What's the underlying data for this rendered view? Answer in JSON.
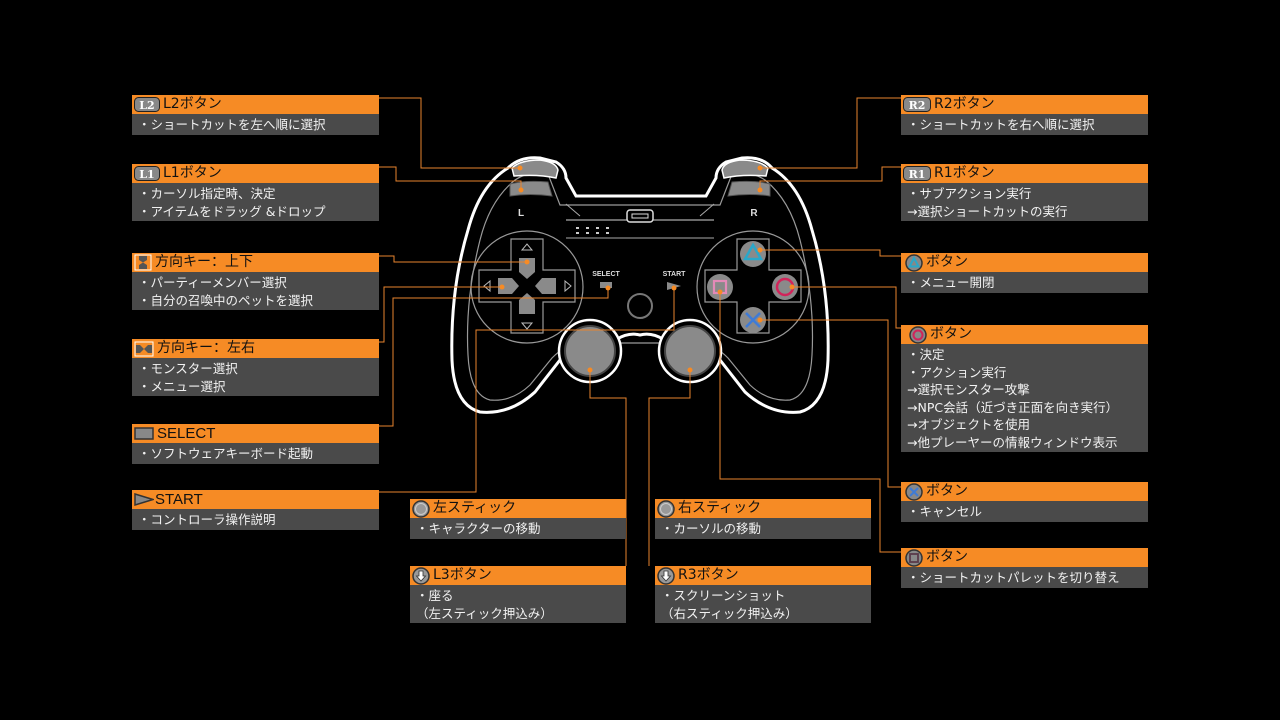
{
  "colors": {
    "background": "#000000",
    "header_orange": "#f68b25",
    "body_gray": "#4a4a4a",
    "connector": "#e8842e",
    "triangle": "#2aa7c9",
    "circle": "#d2245a",
    "cross": "#3f7bd6",
    "square": "#e48ab8"
  },
  "controller": {
    "left_label": "L",
    "right_label": "R",
    "select_label": "SELECT",
    "start_label": "START"
  },
  "panels": {
    "l2": {
      "icon": "l2-icon",
      "title": "L2ボタン",
      "lines": [
        "・ショートカットを左へ順に選択"
      ]
    },
    "l1": {
      "icon": "l1-icon",
      "title": "L1ボタン",
      "lines": [
        "・カーソル指定時、決定",
        "・アイテムをドラッグ &ドロップ"
      ]
    },
    "dpad_ud": {
      "icon": "dpad-up-down-icon",
      "title": "方向キー：上下",
      "lines": [
        "・パーティーメンバー選択",
        "・自分の召喚中のペットを選択"
      ]
    },
    "dpad_lr": {
      "icon": "dpad-left-right-icon",
      "title": "方向キー：左右",
      "lines": [
        "・モンスター選択",
        "・メニュー選択"
      ]
    },
    "select": {
      "icon": "select-icon",
      "title": "SELECT",
      "lines": [
        "・ソフトウェアキーボード起動"
      ]
    },
    "start": {
      "icon": "start-icon",
      "title": "START",
      "lines": [
        "・コントローラ操作説明"
      ]
    },
    "r2": {
      "icon": "r2-icon",
      "title": "R2ボタン",
      "lines": [
        "・ショートカットを右へ順に選択"
      ]
    },
    "r1": {
      "icon": "r1-icon",
      "title": "R1ボタン",
      "lines": [
        "・サブアクション実行",
        "→選択ショートカットの実行"
      ]
    },
    "triangle": {
      "icon": "triangle-button-icon",
      "title": "ボタン",
      "lines": [
        "・メニュー開閉"
      ]
    },
    "circle": {
      "icon": "circle-button-icon",
      "title": "ボタン",
      "lines": [
        "・決定",
        "・アクション実行",
        "→選択モンスター攻撃",
        "→NPC会話（近づき正面を向き実行）",
        "→オブジェクトを使用",
        "→他プレーヤーの情報ウィンドウ表示"
      ]
    },
    "cross": {
      "icon": "cross-button-icon",
      "title": "ボタン",
      "lines": [
        "・キャンセル"
      ]
    },
    "square": {
      "icon": "square-button-icon",
      "title": "ボタン",
      "lines": [
        "・ショートカットパレットを切り替え"
      ]
    },
    "left_stick": {
      "icon": "left-stick-icon",
      "title": "左スティック",
      "lines": [
        "・キャラクターの移動"
      ]
    },
    "right_stick": {
      "icon": "right-stick-icon",
      "title": "右スティック",
      "lines": [
        "・カーソルの移動"
      ]
    },
    "l3": {
      "icon": "l3-icon",
      "title": "L3ボタン",
      "lines": [
        "・座る",
        "（左スティック押込み）"
      ]
    },
    "r3": {
      "icon": "r3-icon",
      "title": "R3ボタン",
      "lines": [
        "・スクリーンショット",
        "（右スティック押込み）"
      ]
    }
  }
}
